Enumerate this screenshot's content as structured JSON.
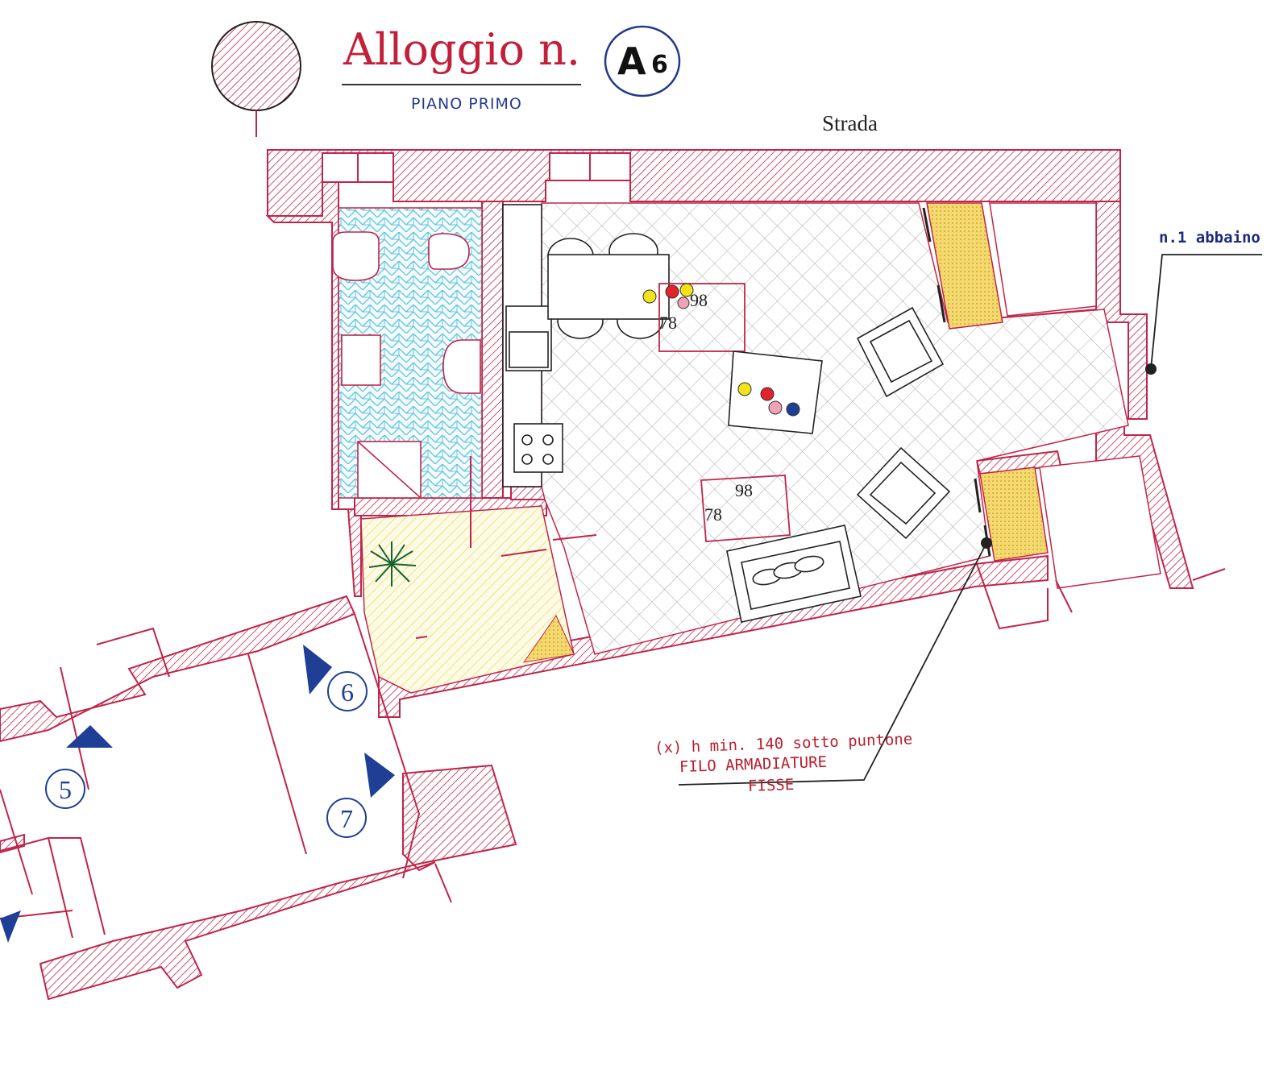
{
  "header": {
    "title": "Alloggio n.",
    "unit_letter": "A",
    "unit_number": "6",
    "subtitle": "PIANO PRIMO"
  },
  "labels": {
    "street": "Strada",
    "dormer": "n.1 abbaino",
    "note_line1": "(x) h min. 140 sotto puntone",
    "note_line2": "FILO ARMADIATURE",
    "note_line3": "FISSE"
  },
  "dimensions": {
    "kitchen_clear_w": "98",
    "kitchen_clear_h": "78",
    "living_clear_w": "98",
    "living_clear_h": "78"
  },
  "markers": [
    "5",
    "6",
    "7"
  ],
  "colors": {
    "wall": "#c0254a",
    "title": "#c21f3a",
    "marker": "#1e3f95",
    "bath_tile": "#5fc4dc",
    "floor_grid": "#9a9a9a",
    "wardrobe": "#e9c23a",
    "entry_hatch": "#e8d650",
    "plant": "#16632e"
  }
}
